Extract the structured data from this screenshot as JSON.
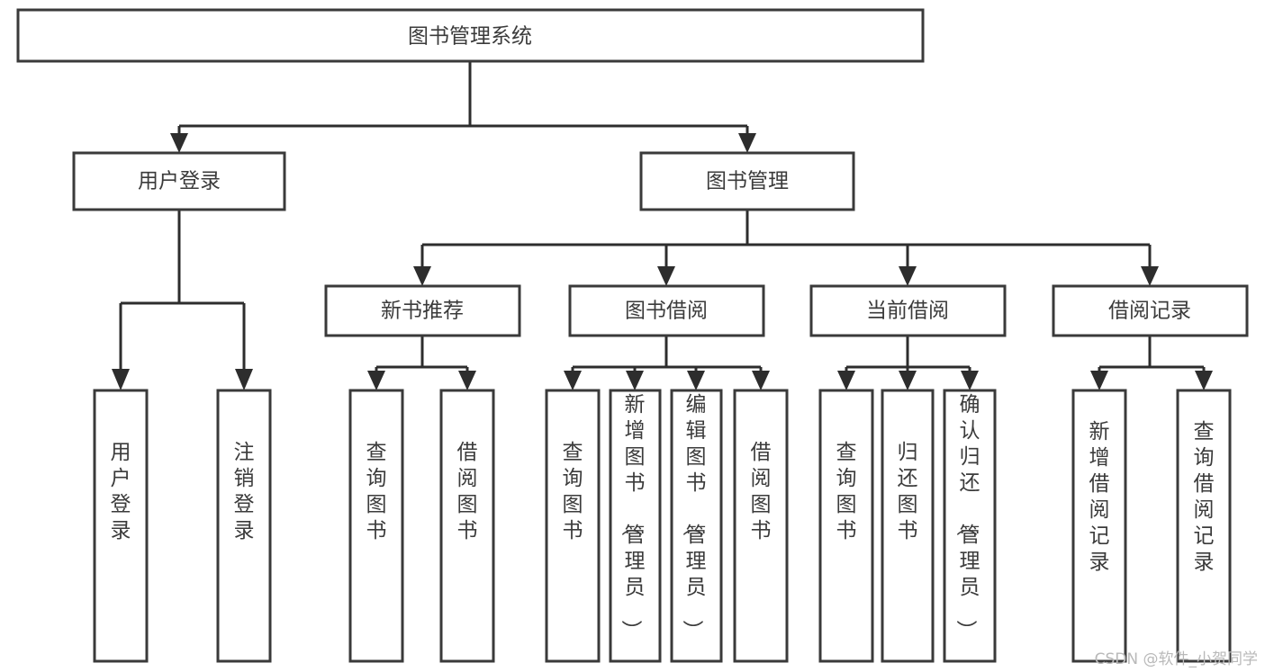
{
  "diagram": {
    "type": "tree-hierarchy",
    "title": "图书管理系统",
    "orientation": "top-down",
    "colors": {
      "box_stroke": "#3a3a3a",
      "box_fill": "#ffffff",
      "text": "#3b3b3b",
      "edge": "#2d2d2d",
      "background": "#ffffff",
      "watermark": "#b9b9b9"
    },
    "root": {
      "id": "root",
      "label": "图书管理系统"
    },
    "level2": [
      {
        "id": "user-login",
        "label": "用户登录"
      },
      {
        "id": "book-manage",
        "label": "图书管理"
      }
    ],
    "level3": [
      {
        "id": "new-book-recommend",
        "label": "新书推荐",
        "parent": "book-manage"
      },
      {
        "id": "book-borrow",
        "label": "图书借阅",
        "parent": "book-manage"
      },
      {
        "id": "current-borrow",
        "label": "当前借阅",
        "parent": "book-manage"
      },
      {
        "id": "borrow-record",
        "label": "借阅记录",
        "parent": "book-manage"
      }
    ],
    "leaves": [
      {
        "id": "leaf-user-login",
        "label": "用户登录",
        "parent": "user-login"
      },
      {
        "id": "leaf-logout",
        "label": "注销登录",
        "parent": "user-login"
      },
      {
        "id": "leaf-query-book-1",
        "label": "查询图书",
        "parent": "new-book-recommend"
      },
      {
        "id": "leaf-borrow-book-1",
        "label": "借阅图书",
        "parent": "new-book-recommend"
      },
      {
        "id": "leaf-query-book-2",
        "label": "查询图书",
        "parent": "book-borrow"
      },
      {
        "id": "leaf-add-book",
        "label": "新增图书（管理员）",
        "parent": "book-borrow"
      },
      {
        "id": "leaf-edit-book",
        "label": "编辑图书（管理员）",
        "parent": "book-borrow"
      },
      {
        "id": "leaf-borrow-book-2",
        "label": "借阅图书",
        "parent": "book-borrow"
      },
      {
        "id": "leaf-query-book-3",
        "label": "查询图书",
        "parent": "current-borrow"
      },
      {
        "id": "leaf-return-book",
        "label": "归还图书",
        "parent": "current-borrow"
      },
      {
        "id": "leaf-confirm-return",
        "label": "确认归还（管理员）",
        "parent": "current-borrow"
      },
      {
        "id": "leaf-add-record",
        "label": "新增借阅记录",
        "parent": "borrow-record"
      },
      {
        "id": "leaf-query-record",
        "label": "查询借阅记录",
        "parent": "borrow-record"
      }
    ]
  },
  "watermark": {
    "text": "CSDN @软件_小贺同学"
  }
}
